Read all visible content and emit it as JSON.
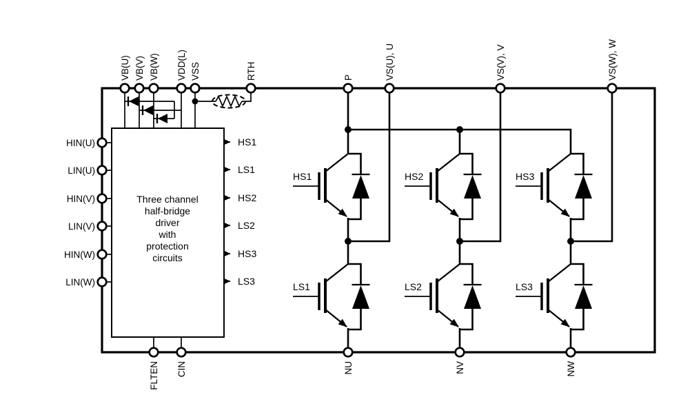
{
  "colors": {
    "line": "#000000",
    "background": "#ffffff",
    "text": "#000000"
  },
  "pins": {
    "top": [
      "VB(U)",
      "VB(V)",
      "VB(W)",
      "VDD(L)",
      "VSS",
      "RTH",
      "P",
      "VS(U), U",
      "VS(V), V",
      "VS(W), W"
    ],
    "left": [
      "HIN(U)",
      "LIN(U)",
      "HIN(V)",
      "LIN(V)",
      "HIN(W)",
      "LIN(W)"
    ],
    "bottom": [
      "FLTEN",
      "CIN",
      "NU",
      "NV",
      "NW"
    ]
  },
  "driver_block": {
    "label_lines": [
      "Three channel",
      "half-bridge",
      "driver",
      "with",
      "protection",
      "circuits"
    ],
    "outputs": [
      "HS1",
      "LS1",
      "HS2",
      "LS2",
      "HS3",
      "LS3"
    ]
  },
  "transistors": {
    "high_side": [
      "HS1",
      "HS2",
      "HS3"
    ],
    "low_side": [
      "LS1",
      "LS2",
      "LS3"
    ]
  }
}
